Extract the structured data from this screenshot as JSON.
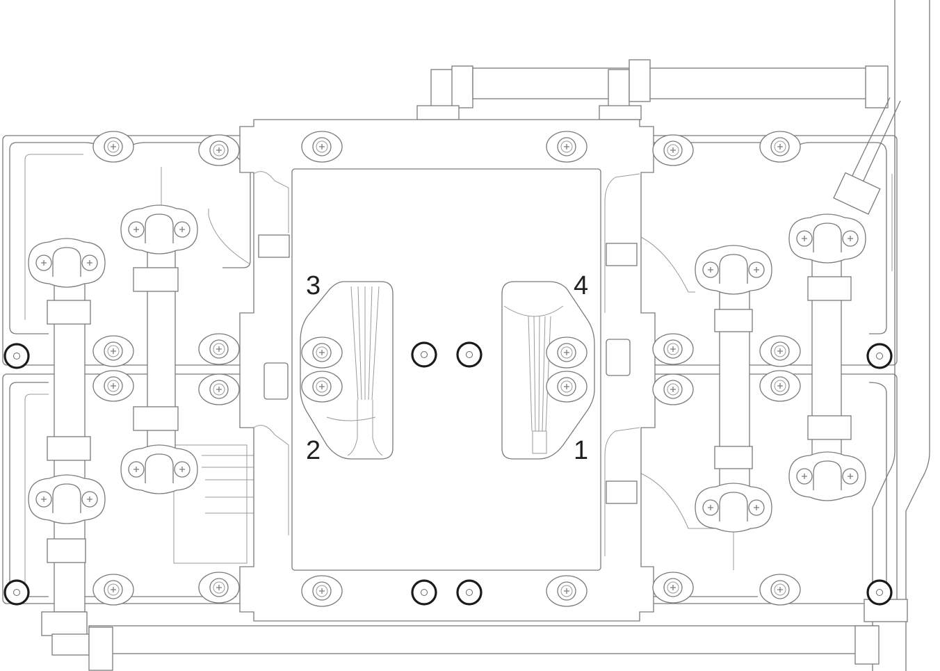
{
  "diagram": {
    "callouts": [
      {
        "id": "1",
        "text": "1"
      },
      {
        "id": "2",
        "text": "2"
      },
      {
        "id": "3",
        "text": "3"
      },
      {
        "id": "4",
        "text": "4"
      }
    ],
    "colors": {
      "line": "#7a7a7a",
      "highlight_circle": "#1a1a1a",
      "background": "#ffffff"
    },
    "highlighted_holes_count": 8
  }
}
